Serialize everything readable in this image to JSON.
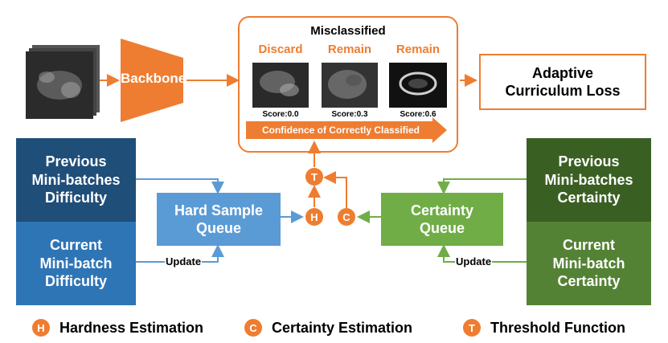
{
  "colors": {
    "orange": "#ee7d31",
    "dark_blue": "#1f4e79",
    "mid_blue": "#2e75b6",
    "light_blue": "#5b9bd5",
    "dark_green": "#3a5f23",
    "mid_green": "#548235",
    "light_green": "#70ad47"
  },
  "backbone": {
    "label": "Backbone"
  },
  "misclassified": {
    "title": "Misclassified",
    "samples": [
      {
        "action": "Discard",
        "score": "Score:0.0"
      },
      {
        "action": "Remain",
        "score": "Score:0.3"
      },
      {
        "action": "Remain",
        "score": "Score:0.6"
      }
    ],
    "confidence_label": "Confidence of Correctly Classified"
  },
  "loss": {
    "label": "Adaptive\nCurriculum Loss"
  },
  "left_stack": {
    "previous": "Previous\nMini-batches\nDifficulty",
    "current": "Current\nMini-batch\nDifficulty"
  },
  "right_stack": {
    "previous": "Previous\nMini-batches\nCertainty",
    "current": "Current\nMini-batch\nCertainty"
  },
  "hard_queue": {
    "label": "Hard Sample\nQueue",
    "update": "Update"
  },
  "cert_queue": {
    "label": "Certainty\nQueue",
    "update": "Update"
  },
  "nodes": {
    "h": "H",
    "c": "C",
    "t": "T"
  },
  "legend": [
    {
      "symbol": "H",
      "text": "Hardness Estimation"
    },
    {
      "symbol": "C",
      "text": "Certainty Estimation"
    },
    {
      "symbol": "T",
      "text": "Threshold Function"
    }
  ]
}
